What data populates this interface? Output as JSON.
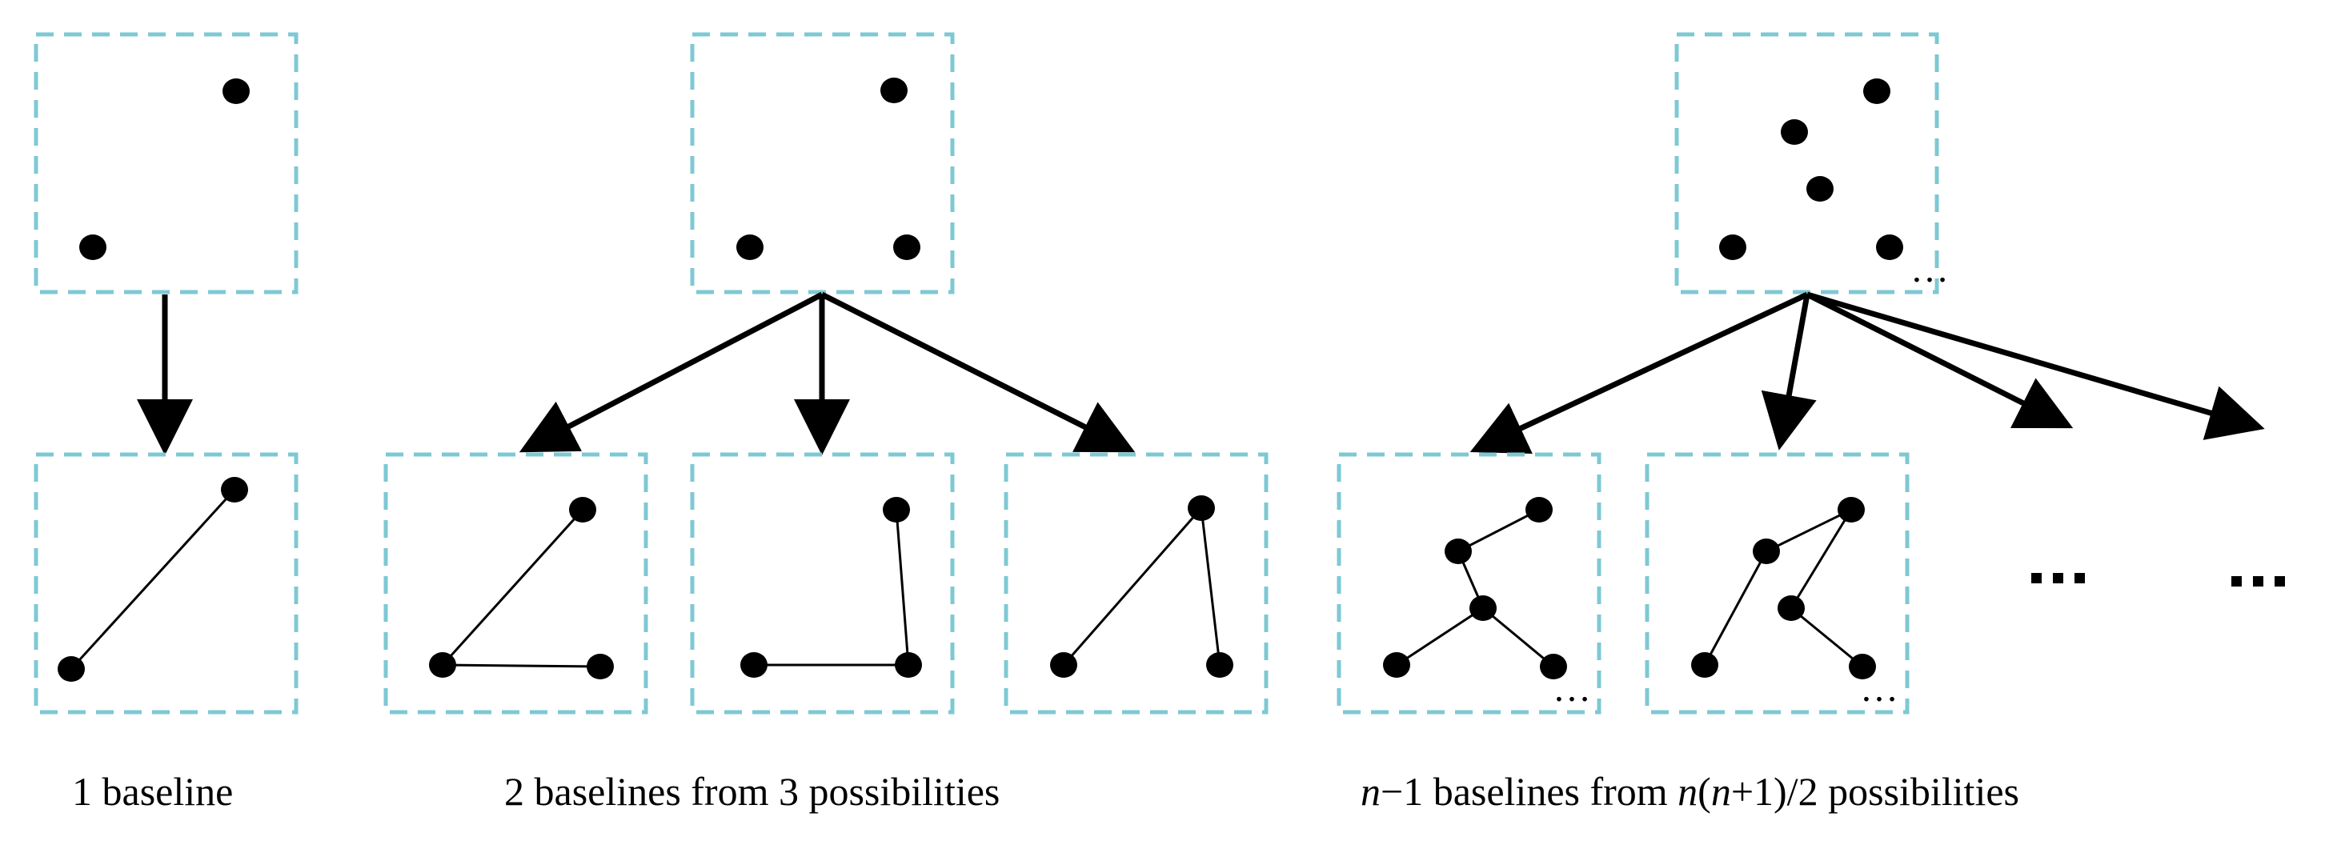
{
  "colors": {
    "frame": "#7ec8d3",
    "ink": "#000000",
    "background": "#ffffff"
  },
  "captions": {
    "one": "1 baseline",
    "two": "2 baselines from 3 possibilities",
    "three": {
      "n1": "n",
      "t1": "−1 baselines from ",
      "n2": "n",
      "t2": "(",
      "n3": "n",
      "t3": "+1)/2 possibilities"
    }
  },
  "ellipsis": "…"
}
